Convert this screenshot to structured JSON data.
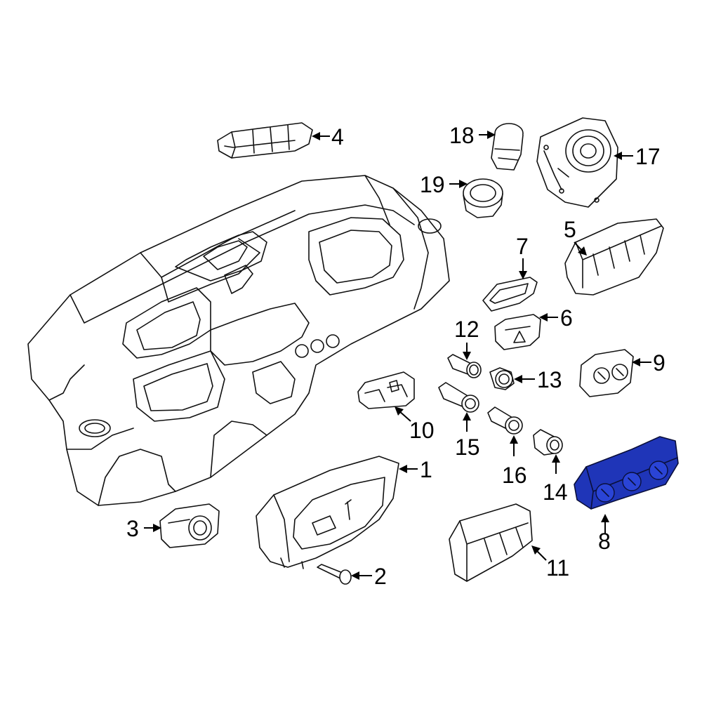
{
  "diagram": {
    "highlight_color": "#1f35b8",
    "callouts": [
      {
        "id": "c1",
        "label": "1"
      },
      {
        "id": "c2",
        "label": "2"
      },
      {
        "id": "c3",
        "label": "3"
      },
      {
        "id": "c4",
        "label": "4"
      },
      {
        "id": "c5",
        "label": "5"
      },
      {
        "id": "c6",
        "label": "6"
      },
      {
        "id": "c7",
        "label": "7"
      },
      {
        "id": "c8",
        "label": "8"
      },
      {
        "id": "c9",
        "label": "9"
      },
      {
        "id": "c10",
        "label": "10"
      },
      {
        "id": "c11",
        "label": "11"
      },
      {
        "id": "c12",
        "label": "12"
      },
      {
        "id": "c13",
        "label": "13"
      },
      {
        "id": "c14",
        "label": "14"
      },
      {
        "id": "c15",
        "label": "15"
      },
      {
        "id": "c16",
        "label": "16"
      },
      {
        "id": "c17",
        "label": "17"
      },
      {
        "id": "c18",
        "label": "18"
      },
      {
        "id": "c19",
        "label": "19"
      }
    ]
  }
}
